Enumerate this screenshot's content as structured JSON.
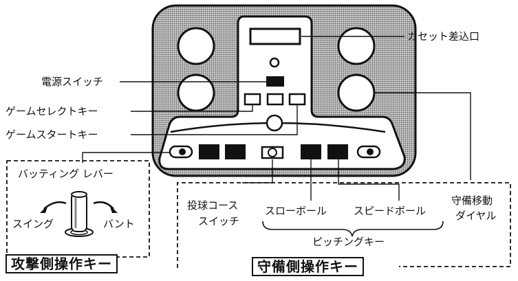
{
  "labels": {
    "cassette_slot": "カセット差込口",
    "power_switch": "電源スイッチ",
    "game_select_key": "ゲームセレクトキー",
    "game_start_key": "ゲームスタートキー",
    "batting_lever": "バッティング レバー",
    "swing": "スイング",
    "bunt": "バント",
    "pitch_course_switch_line1": "投球コース",
    "pitch_course_switch_line2": "スイッチ",
    "slow_ball": "スローボール",
    "speed_ball": "スピードボール",
    "pitching_key": "ピッチングキー",
    "defense_dial_line1": "守備移動",
    "defense_dial_line2": "ダイヤル",
    "offense_controls": "攻撃側操作キー",
    "defense_controls": "守備側操作キー"
  },
  "colors": {
    "line": "#111111",
    "body_fill": "#9a9a9a",
    "panel": "#ffffff"
  }
}
